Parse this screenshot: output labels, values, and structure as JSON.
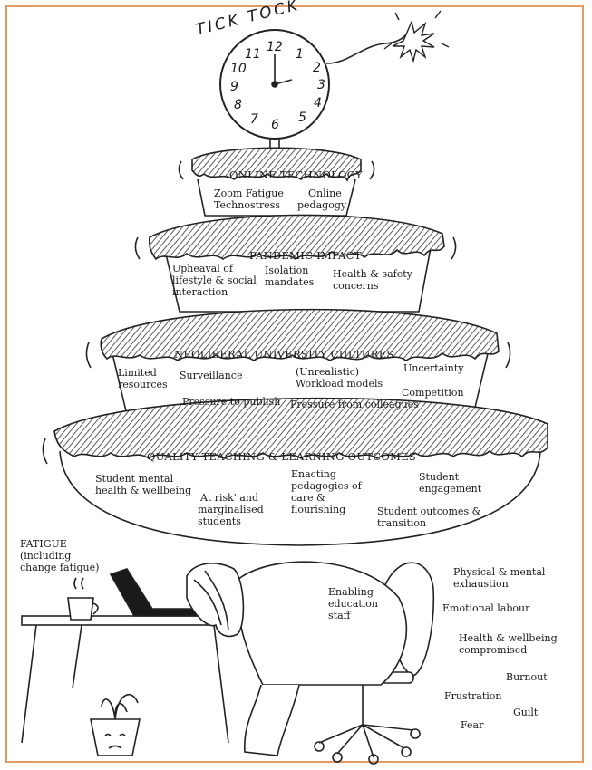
{
  "clock": {
    "label": "TICK TOCK",
    "numerals": [
      "12",
      "1",
      "2",
      "3",
      "4",
      "5",
      "6",
      "7",
      "8",
      "9",
      "10",
      "11"
    ]
  },
  "tiers": {
    "online_technology": {
      "heading": "ONLINE TECHNOLOGY",
      "items": [
        "Zoom Fatigue",
        "Technostress",
        "Online",
        "pedagogy"
      ]
    },
    "pandemic_impact": {
      "heading": "PANDEMIC IMPACT",
      "items": [
        "Upheaval of",
        "lifestyle & social",
        "interaction",
        "Isolation",
        "mandates",
        "Health & safety",
        "concerns"
      ]
    },
    "neoliberal": {
      "heading": "NEOLIBERAL UNIVERSITY CULTURES",
      "items": [
        "Limited",
        "resources",
        "Surveillance",
        "(Unrealistic)",
        "Workload models",
        "Uncertainty",
        "Competition",
        "Pressure to publish",
        "Pressure from colleagues"
      ]
    },
    "quality": {
      "heading": "QUALITY TEACHING & LEARNING OUTCOMES",
      "items": [
        "Student mental",
        "health & wellbeing",
        "'At risk' and",
        "marginalised",
        "students",
        "Enacting",
        "pedagogies of",
        "care &",
        "flourishing",
        "Student",
        "engagement",
        "Student outcomes &",
        "transition"
      ]
    }
  },
  "fatigue": [
    "FATIGUE",
    "(including",
    "change fatigue)"
  ],
  "figure_label": [
    "Enabling",
    "education",
    "staff"
  ],
  "effects": [
    "Physical  & mental",
    "exhaustion",
    "Emotional labour",
    "Health & wellbeing",
    "compromised",
    "Burnout",
    "Frustration",
    "Guilt",
    "Fear"
  ]
}
